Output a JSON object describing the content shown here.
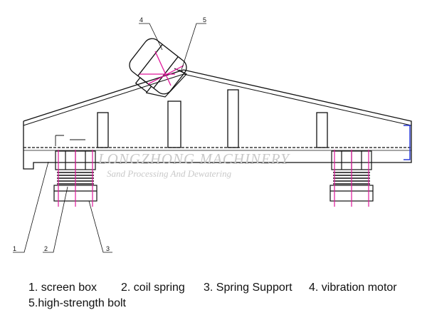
{
  "watermark": {
    "title": "LONGZHONG MACHINERY",
    "subtitle": "Sand Processing And Dewatering"
  },
  "callouts": [
    "1",
    "2",
    "3",
    "4",
    "5"
  ],
  "legend": {
    "row1": [
      "1. screen box",
      "2. coil spring",
      "3. Spring Support",
      "4.  vibration motor"
    ],
    "row2": [
      "5.high-strength bolt"
    ]
  },
  "colors": {
    "line": "#111111",
    "centerline": "#e0189b",
    "edge": "#2a3bd6",
    "watermark": "#c9c9c9"
  }
}
